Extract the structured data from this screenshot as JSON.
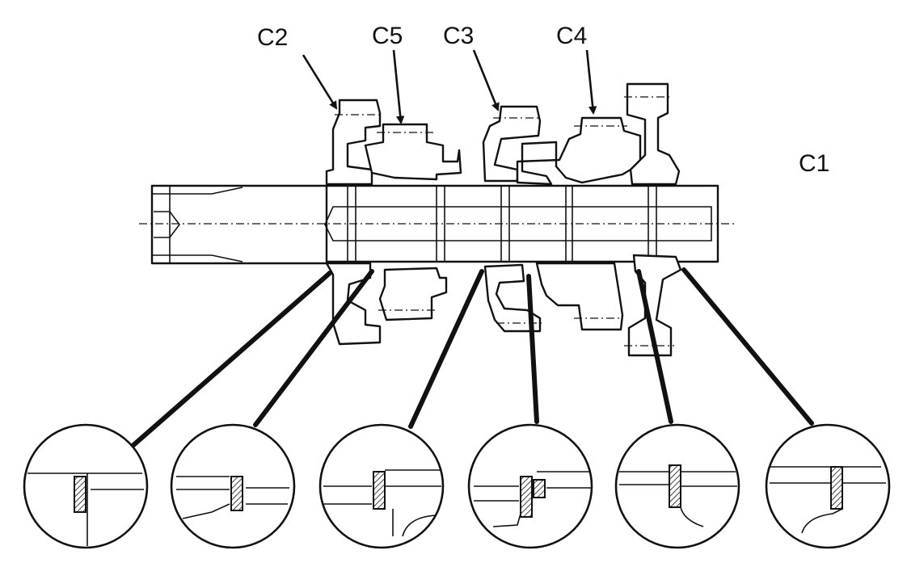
{
  "labels": {
    "c1": "C1",
    "c2": "C2",
    "c3": "C3",
    "c4": "C4",
    "c5": "C5"
  }
}
